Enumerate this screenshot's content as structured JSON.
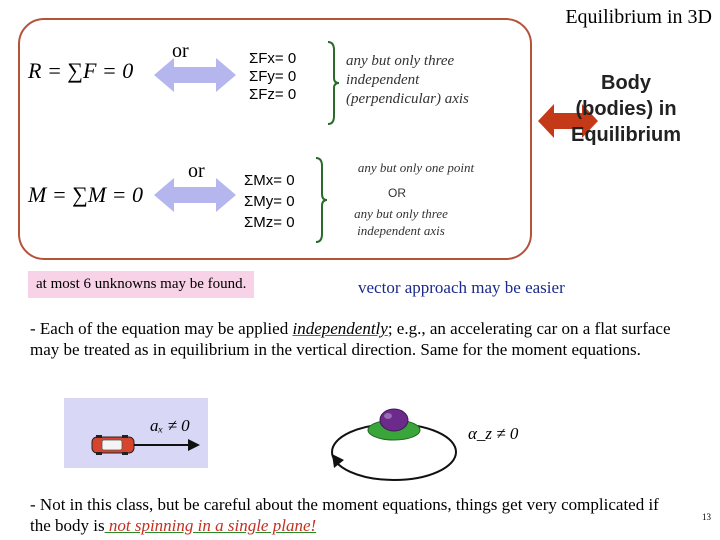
{
  "title": "Equilibrium in 3D",
  "force_block": {
    "resultant_eq": "R = ∑F = 0",
    "or_label": "or",
    "components": [
      "ΣFx= 0",
      "ΣFy= 0",
      "ΣFz= 0"
    ],
    "note": "any but only three independent (perpendicular) axis"
  },
  "moment_block": {
    "resultant_eq": "M = ∑M = 0",
    "or_label": "or",
    "components": [
      "ΣMx= 0",
      "ΣMy= 0",
      "ΣMz= 0"
    ],
    "note_top": "any but only one point",
    "note_or": "OR",
    "note_bottom": "any but only three independent axis"
  },
  "body_label": "Body (bodies) in Equilibrium",
  "unknowns_note": "at most 6 unknowns may be found.",
  "vector_note": {
    "part1": "vector approach",
    "part2": " may be easier"
  },
  "paragraph1": {
    "before": "- Each of the equation may be applied ",
    "emph": "independently",
    "after": "; e.g., an accelerating car on a flat surface may be treated as in equilibrium in the vertical direction. Same for the moment equations."
  },
  "car_figure": {
    "label": "aₓ ≠ 0"
  },
  "spin_figure": {
    "label": "α_z ≠ 0"
  },
  "paragraph2": {
    "before": "- Not in this class, but be careful about the moment equations, things get very complicated if the body is",
    "emph": " not spinning in a single plane!"
  },
  "page_number": "13",
  "colors": {
    "frame": "#b5533a",
    "double_arrow": "#b6b6ee",
    "body_arrow": "#c43a18",
    "brace": "#2a6a2a",
    "pink_box": "#f8d2e6",
    "car_panel": "#d8d8f6",
    "spin_body": "#3aa53a"
  }
}
